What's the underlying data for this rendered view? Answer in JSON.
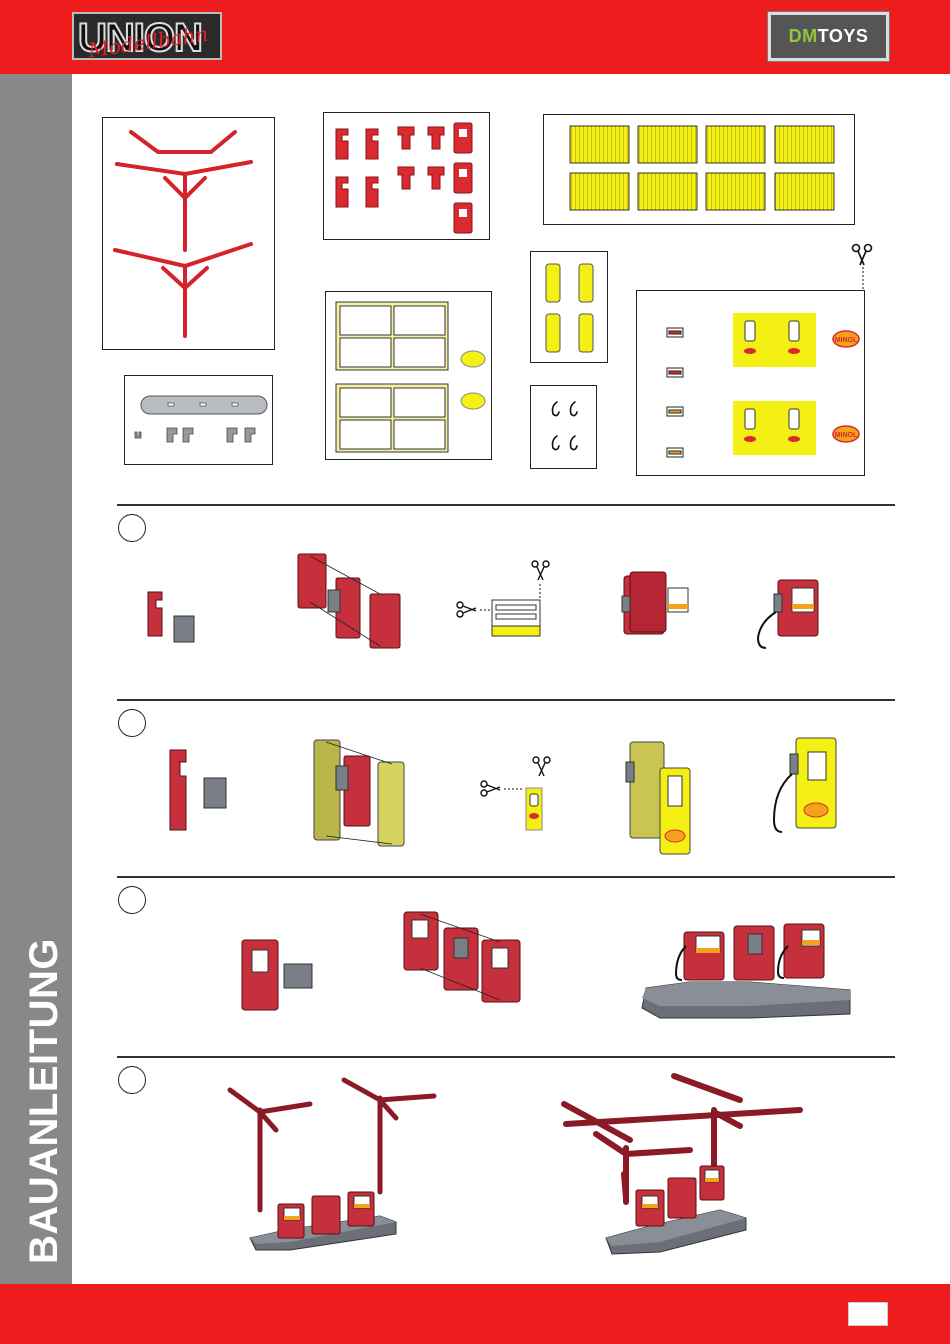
{
  "header": {
    "brand_left_main": "UNION",
    "brand_left_script": "Modellbahn",
    "brand_right_part1": "DM",
    "brand_right_part2": "TOYS"
  },
  "sidebar": {
    "title": "BAUANLEITUNG"
  },
  "parts": {
    "logo_label": "MINOL"
  },
  "steps": [
    {
      "number": ""
    },
    {
      "number": ""
    },
    {
      "number": ""
    },
    {
      "number": ""
    }
  ],
  "footer": {
    "page_number": ""
  },
  "colors": {
    "brand_red": "#ee1c1c",
    "part_red": "#c62f3c",
    "part_yellow": "#f4f014",
    "sidebar_gray": "#888888",
    "base_gray": "#6b6f78"
  }
}
